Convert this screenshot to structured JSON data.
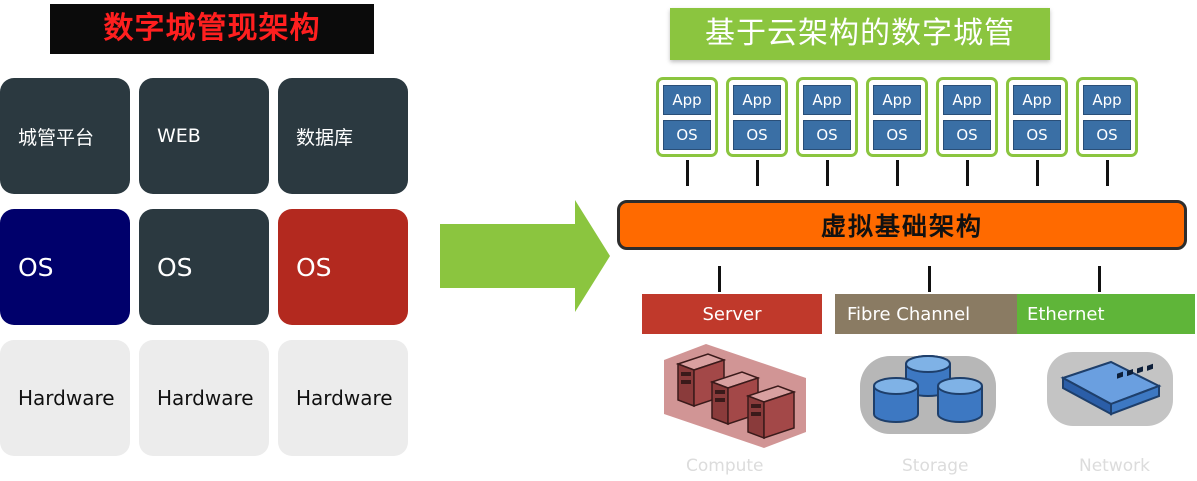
{
  "left": {
    "title": "数字城管现架构",
    "row1": [
      "城管平台",
      "WEB",
      "数据库"
    ],
    "row2": [
      "OS",
      "OS",
      "OS"
    ],
    "row3": [
      "Hardware",
      "Hardware",
      "Hardware"
    ]
  },
  "right": {
    "title": "基于云架构的数字城管",
    "vm": {
      "app_label": "App",
      "os_label": "OS"
    },
    "virtual_layer": "虚拟基础架构",
    "resources": {
      "server": "Server",
      "fibre": "Fibre Channel",
      "ethernet": "Ethernet"
    },
    "captions": {
      "compute": "Compute",
      "storage": "Storage",
      "network": "Network"
    }
  },
  "colors": {
    "accent_green": "#8bc53f",
    "orange": "#ff6a00",
    "red": "#c0392b",
    "navy": "#00006b",
    "dark": "#2b3940"
  },
  "icons": [
    "arrow-right-icon",
    "server-icon",
    "storage-icon",
    "network-switch-icon"
  ]
}
